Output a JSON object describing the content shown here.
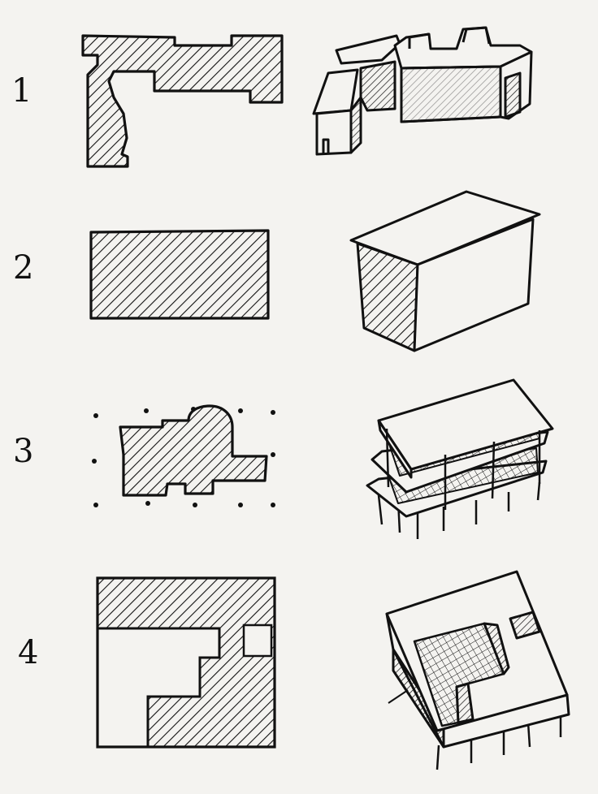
{
  "rows": [
    {
      "label": "1"
    },
    {
      "label": "2"
    },
    {
      "label": "3"
    },
    {
      "label": "4"
    }
  ],
  "colors": {
    "ink": "#111111",
    "paper": "#f4f3f0"
  }
}
